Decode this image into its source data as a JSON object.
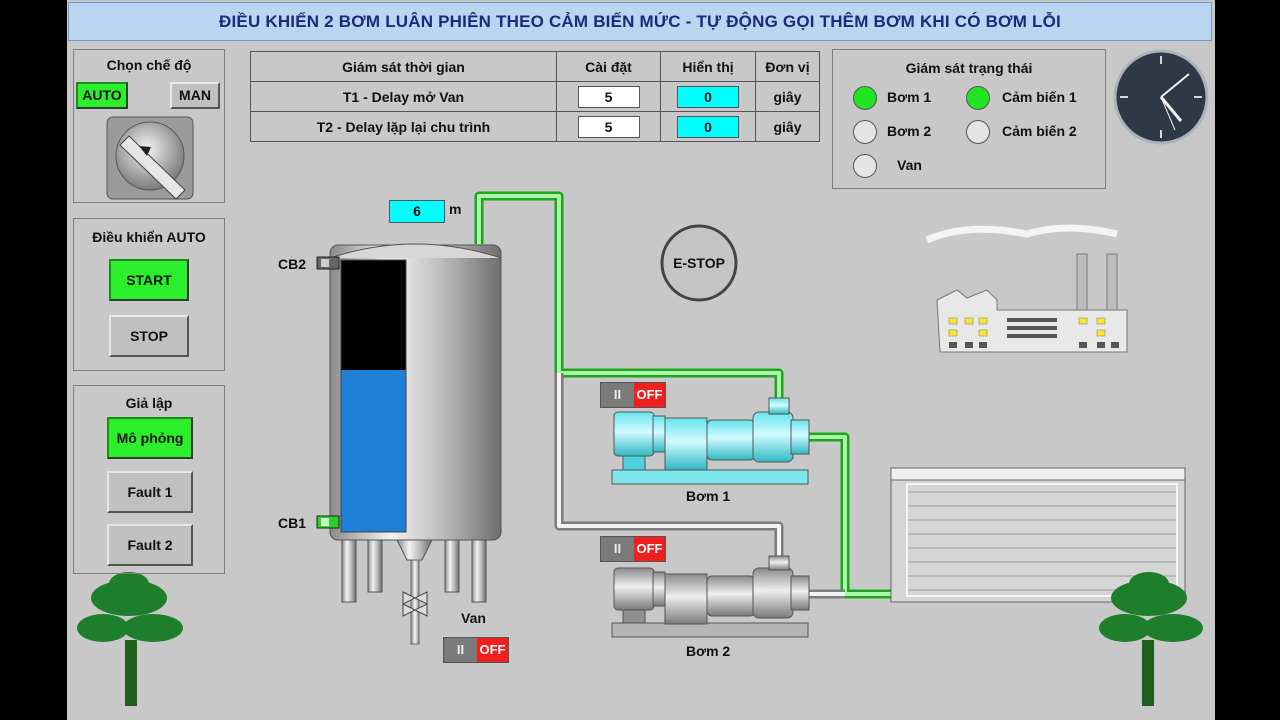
{
  "title": "ĐIỀU KHIỂN 2 BƠM LUÂN PHIÊN THEO CẢM BIẾN MỨC - TỰ ĐỘNG GỌI THÊM BƠM KHI CÓ BƠM LỖI",
  "mode": {
    "title": "Chọn chế độ",
    "auto_label": "AUTO",
    "man_label": "MAN"
  },
  "auto_control": {
    "title": "Điều khiển AUTO",
    "start_label": "START",
    "stop_label": "STOP"
  },
  "simulation": {
    "title": "Giả lập",
    "simulate_label": "Mô phỏng",
    "fault1_label": "Fault 1",
    "fault2_label": "Fault 2"
  },
  "timer_table": {
    "headers": [
      "Giám sát thời gian",
      "Cài đặt",
      "Hiển thị",
      "Đơn vị"
    ],
    "rows": [
      {
        "name": "T1 - Delay mở Van",
        "setpoint": "5",
        "display": "0",
        "unit": "giây"
      },
      {
        "name": "T2 - Delay lặp lại chu trình",
        "setpoint": "5",
        "display": "0",
        "unit": "giây"
      }
    ]
  },
  "status": {
    "title": "Giám sát trạng thái",
    "pump1": "Bơm 1",
    "pump2": "Bơm 2",
    "valve": "Van",
    "sensor1": "Cảm biến 1",
    "sensor2": "Cảm biến 2",
    "colors": {
      "on": "#22e522",
      "off": "#e4e4e4"
    }
  },
  "tank": {
    "level": "6",
    "level_unit": "m",
    "cb2_label": "CB2",
    "cb1_label": "CB1",
    "liquid_color": "#1e7fd6"
  },
  "estop_label": "E-STOP",
  "valve": {
    "label": "Van",
    "state": "OFF"
  },
  "pump1": {
    "label": "Bơm 1",
    "state": "OFF"
  },
  "pump2": {
    "label": "Bơm 2",
    "state": "OFF"
  },
  "icons": [
    "clock-icon",
    "factory-icon",
    "tree-icon",
    "reservoir-icon"
  ]
}
